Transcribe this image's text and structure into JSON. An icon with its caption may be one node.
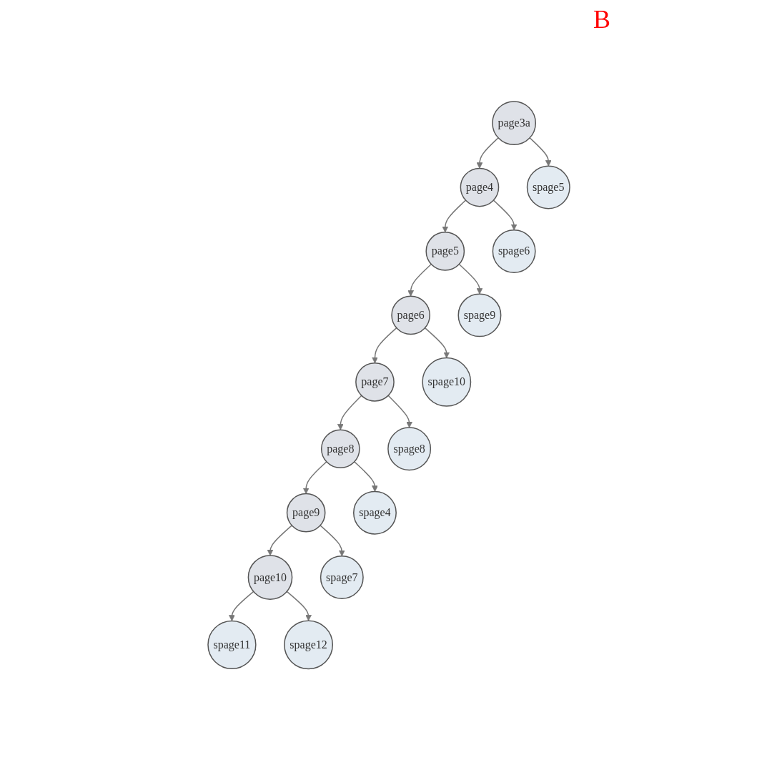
{
  "diagram": {
    "nodes": [
      {
        "text": [
          "page3a"
        ]
      },
      {
        "text": [
          "page4"
        ]
      },
      {
        "text": [
          "spage5"
        ]
      },
      {
        "text": [
          "page5"
        ]
      },
      {
        "text": [
          "spage6"
        ]
      },
      {
        "text": [
          "page6"
        ]
      },
      {
        "text": [
          "spage9"
        ]
      },
      {
        "text": [
          "page7"
        ]
      },
      {
        "text": [
          "spage10"
        ]
      },
      {
        "text": [
          "page8"
        ]
      },
      {
        "text": [
          "spage8"
        ]
      },
      {
        "text": [
          "page9"
        ]
      },
      {
        "text": [
          "spage4"
        ]
      },
      {
        "text": [
          "page10"
        ]
      },
      {
        "text": [
          "spage7"
        ]
      },
      {
        "text": [
          "spage11"
        ]
      },
      {
        "text": [
          "spage12"
        ]
      }
    ],
    "edges": [
      {
        "from": 0,
        "to": 1,
        "arrow": "to"
      },
      {
        "from": 0,
        "to": 2,
        "arrow": "to"
      },
      {
        "from": 1,
        "to": 3,
        "arrow": "to"
      },
      {
        "from": 1,
        "to": 4,
        "arrow": "to"
      },
      {
        "from": 3,
        "to": 5,
        "arrow": "to"
      },
      {
        "from": 3,
        "to": 6,
        "arrow": "to"
      },
      {
        "from": 5,
        "to": 7,
        "arrow": "to"
      },
      {
        "from": 5,
        "to": 8,
        "arrow": "to"
      },
      {
        "from": 7,
        "to": 9,
        "arrow": "to"
      },
      {
        "from": 7,
        "to": 10,
        "arrow": "to"
      },
      {
        "from": 9,
        "to": 11,
        "arrow": "to"
      },
      {
        "from": 9,
        "to": 12,
        "arrow": "to"
      },
      {
        "from": 11,
        "to": 13,
        "arrow": "to"
      },
      {
        "from": 11,
        "to": 14,
        "arrow": "to"
      },
      {
        "from": 13,
        "to": 15,
        "arrow": "to"
      },
      {
        "from": 13,
        "to": 16,
        "arrow": "to"
      }
    ],
    "labels": [
      "B"
    ]
  }
}
